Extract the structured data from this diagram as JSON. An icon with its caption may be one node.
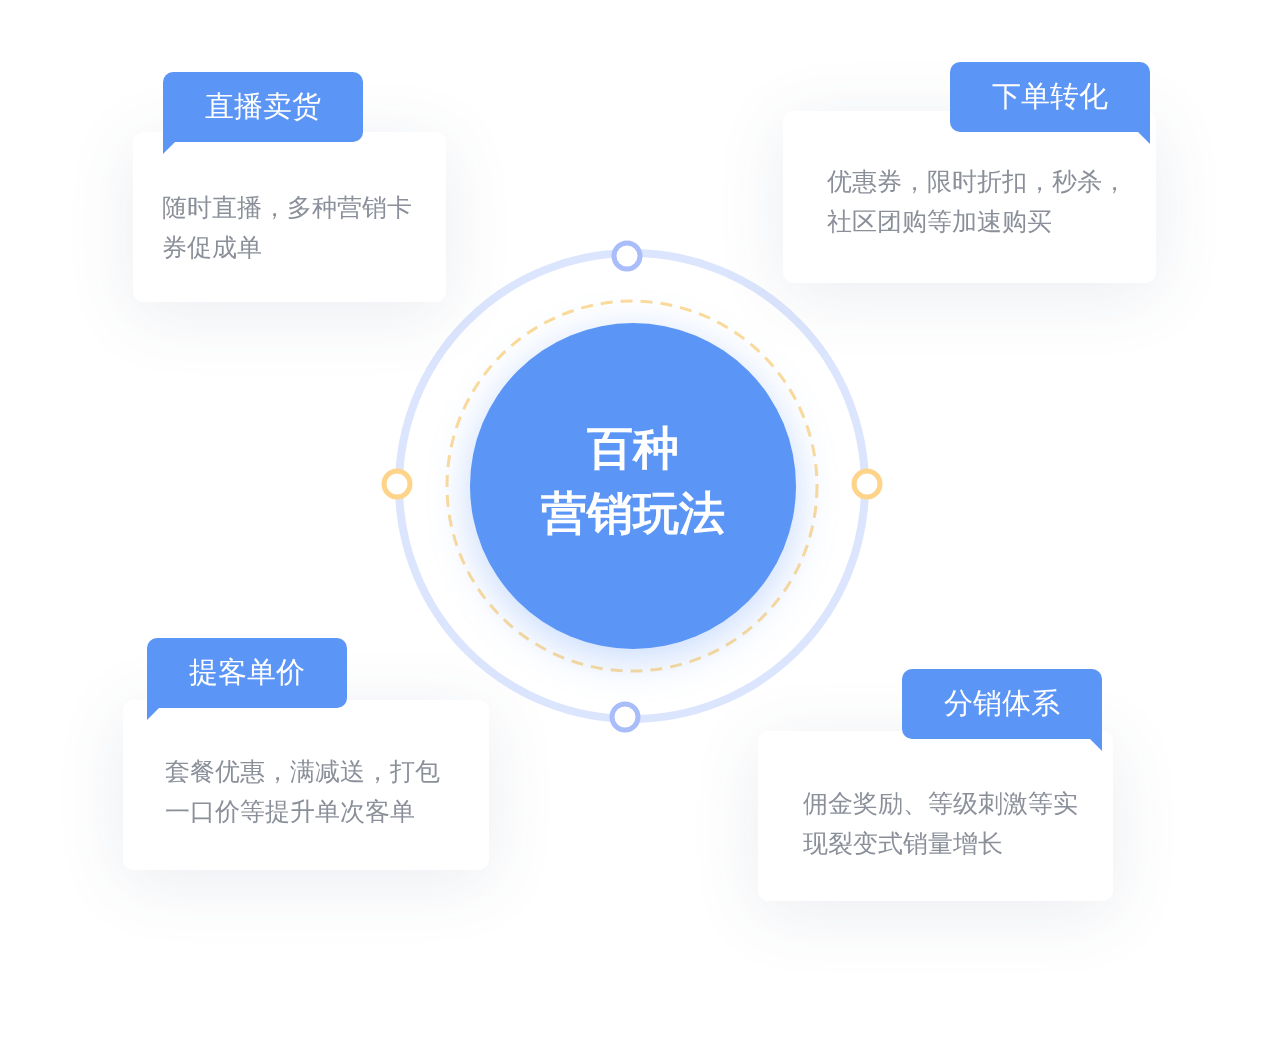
{
  "diagram": {
    "nodes": [
      {
        "text": [
          "百种",
          "营销玩法"
        ]
      },
      {
        "text": [
          "直播卖货",
          "随时直播，多种营销卡券促成单"
        ]
      },
      {
        "text": [
          "下单转化",
          "优惠券，限时折扣，秒杀，社区团购等加速购买"
        ]
      },
      {
        "text": [
          "提客单价",
          "套餐优惠，满减送，打包一口价等提升单次客单"
        ]
      },
      {
        "text": [
          "分销体系",
          "佣金奖励、等级刺激等实现裂变式销量增长"
        ]
      }
    ],
    "edges": []
  }
}
